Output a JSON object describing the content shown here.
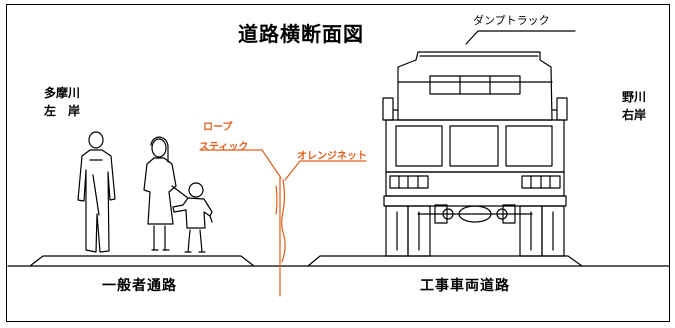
{
  "diagram": {
    "title": "道路横断面図",
    "truck_label": "ダンプトラック",
    "left_bank": [
      "多摩川",
      "左　岸"
    ],
    "right_bank": [
      "野川",
      "右岸"
    ],
    "rope_stick": [
      "ロープ",
      "スティック"
    ],
    "orange_net": "オレンジネット",
    "road_left": "一般者通路",
    "road_right": "工事車両道路"
  },
  "colors": {
    "line": "#000000",
    "accent": "#e0601c",
    "background": "#ffffff"
  }
}
